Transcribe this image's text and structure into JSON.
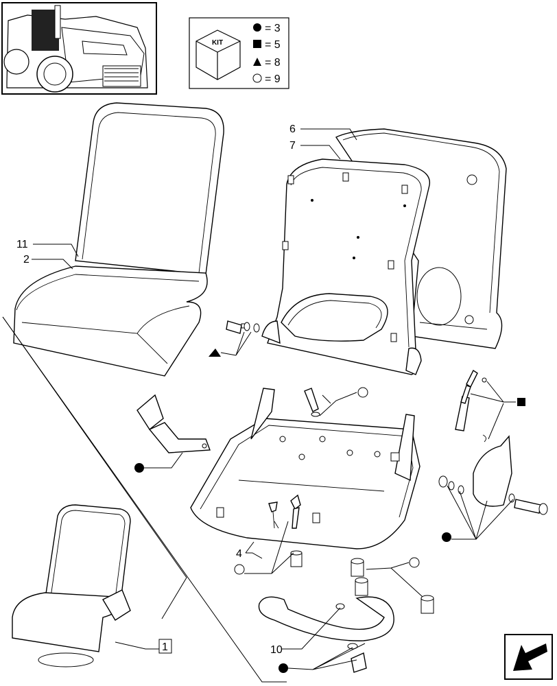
{
  "kit_legend": {
    "kit_label": "KIT",
    "rows": [
      {
        "symbol": "filled-circle",
        "text": "= 3"
      },
      {
        "symbol": "filled-square",
        "text": "= 5"
      },
      {
        "symbol": "filled-triangle",
        "text": "= 8"
      },
      {
        "symbol": "open-circle",
        "text": "= 9"
      }
    ]
  },
  "callouts": {
    "c1": "1",
    "c2": "2",
    "c4": "4",
    "c6": "6",
    "c7": "7",
    "c10": "10",
    "c11": "11"
  },
  "icons": [
    "tractor-thumbnail",
    "kit-box-icon",
    "next-page-arrow-icon"
  ]
}
